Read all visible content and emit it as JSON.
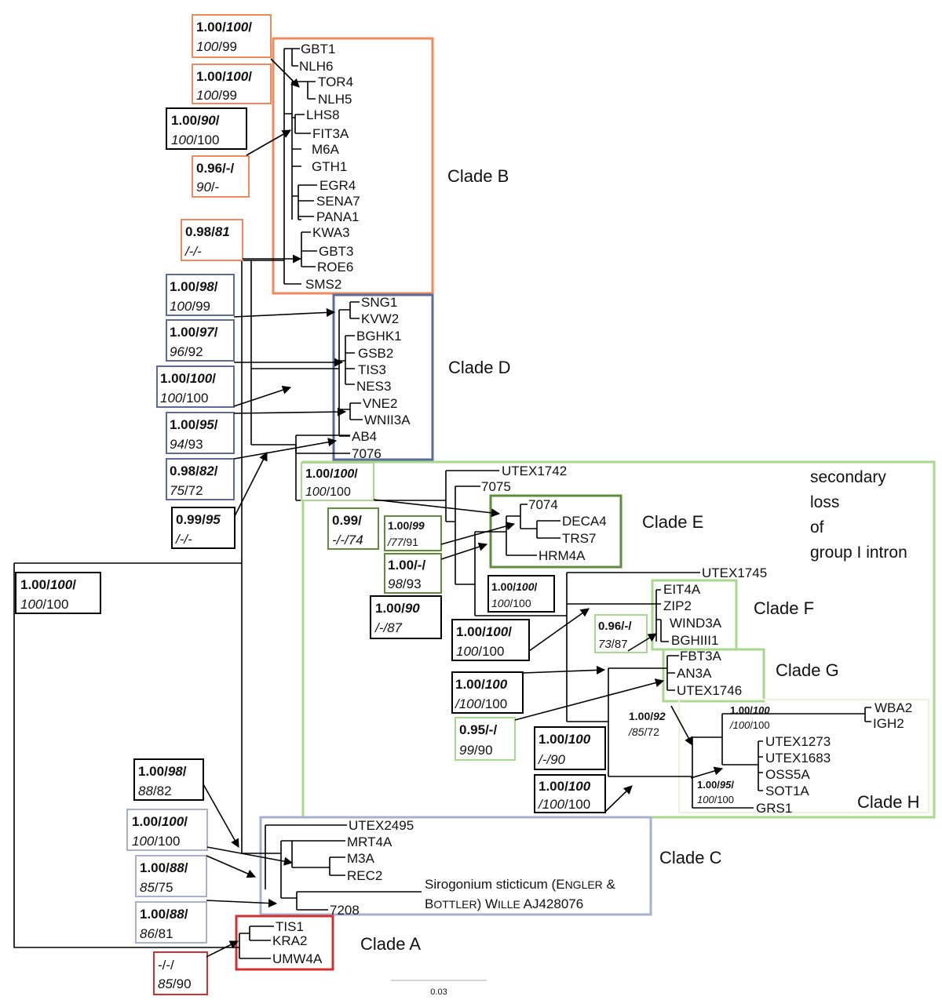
{
  "colors": {
    "cladeB": "#f08a5d",
    "cladeD": "#5b6b9a",
    "cladeC": "#a7b0cf",
    "cladeA": "#d03030",
    "light_green": "#a8d88c",
    "dark_green": "#5e8d3c",
    "cladeH": "#f0f4e4",
    "line": "#000000"
  },
  "taxa": {
    "GBT1": "GBT1",
    "NLH6": "NLH6",
    "TOR4": "TOR4",
    "NLH5": "NLH5",
    "LHS8": "LHS8",
    "FIT3A": "FIT3A",
    "M6A": "M6A",
    "GTH1": "GTH1",
    "EGR4": "EGR4",
    "SENA7": "SENA7",
    "PANA1": "PANA1",
    "KWA3": "KWA3",
    "GBT3": "GBT3",
    "ROE6": "ROE6",
    "SMS2": "SMS2",
    "SNG1": "SNG1",
    "KVW2": "KVW2",
    "BGHK1": "BGHK1",
    "GSB2": "GSB2",
    "TIS3": "TIS3",
    "NES3": "NES3",
    "VNE2": "VNE2",
    "WNII3A": "WNII3A",
    "AB4": "AB4",
    "T7076": "7076",
    "UTEX1742": "UTEX1742",
    "T7075": "7075",
    "T7074": "7074",
    "DECA4": "DECA4",
    "TRS7": "TRS7",
    "HRM4A": "HRM4A",
    "UTEX1745": "UTEX1745",
    "EIT4A": "EIT4A",
    "ZIP2": "ZIP2",
    "WIND3A": "WIND3A",
    "BGHIII1": "BGHIII1",
    "FBT3A": "FBT3A",
    "AN3A": "AN3A",
    "UTEX1746": "UTEX1746",
    "WBA2": "WBA2",
    "IGH2": "IGH2",
    "UTEX1273": "UTEX1273",
    "UTEX1683": "UTEX1683",
    "OSS5A": "OSS5A",
    "SOT1A": "SOT1A",
    "GRS1": "GRS1",
    "UTEX2495": "UTEX2495",
    "MRT4A": "MRT4A",
    "M3A": "M3A",
    "REC2": "REC2",
    "T7208": "7208",
    "TIS1": "TIS1",
    "KRA2": "KRA2",
    "UMW4A": "UMW4A"
  },
  "siro": {
    "l1": "Sirogonium sticticum (",
    "engler_e": "E",
    "engler_rest": "NGLER",
    "amp": " & ",
    "b_b": "B",
    "b_rest": "OTTLER",
    "w_w": ") W",
    "w_rest": "ILLE",
    "acc": " AJ428076"
  },
  "clades": {
    "B": "Clade B",
    "D": "Clade D",
    "E": "Clade E",
    "F": "Clade F",
    "G": "Clade G",
    "H": "Clade H",
    "C": "Clade C",
    "A": "Clade A"
  },
  "note": [
    "secondary",
    "loss",
    "of",
    "group I intron"
  ],
  "scale": "0.03",
  "supports": {
    "s1": {
      "a": "1.00/",
      "b": "100",
      "c": "/",
      "d": "100",
      "e": "/99"
    },
    "s2": {
      "a": "1.00/",
      "b": "100",
      "c": "/",
      "d": "100",
      "e": "/99"
    },
    "s3": {
      "a": "1.00/",
      "b": "90",
      "c": "/",
      "d": "100",
      "e": "/100"
    },
    "s4": {
      "a": "0.96/-/",
      "b": "",
      "c": "",
      "d": "90",
      "e": "/-"
    },
    "s5": {
      "a": "0.98/",
      "b": "81",
      "c": "",
      "d": "/-/-",
      "e": ""
    },
    "s6": {
      "a": "1.00/",
      "b": "98",
      "c": "/",
      "d": "100",
      "e": "/99"
    },
    "s7": {
      "a": "1.00/",
      "b": "97",
      "c": "/",
      "d": "96",
      "e": "/92"
    },
    "s8": {
      "a": "1.00/",
      "b": "100",
      "c": "/",
      "d": "100",
      "e": "/100"
    },
    "s9": {
      "a": "1.00/",
      "b": "95",
      "c": "/",
      "d": "94",
      "e": "/93"
    },
    "s10": {
      "a": "0.98/",
      "b": "82",
      "c": "/",
      "d": "75",
      "e": "/72"
    },
    "s11": {
      "a": "0.99/",
      "b": "95",
      "c": "",
      "d": "/-/-",
      "e": ""
    },
    "s12": {
      "a": "1.00/",
      "b": "100",
      "c": "/",
      "d": "100",
      "e": "/100"
    },
    "s13": {
      "a": "1.00/",
      "b": "100",
      "c": "",
      "d": "100",
      "e": "/100"
    },
    "s14": {
      "a": "0.99/",
      "b": "",
      "c": "",
      "d": "-/-/74",
      "e": ""
    },
    "s15": {
      "a": "1.00/",
      "b": "99",
      "c": "",
      "d": "/77",
      "e": "/91"
    },
    "s16": {
      "a": "1.00/-/",
      "b": "",
      "c": "",
      "d": "98",
      "e": "/93"
    },
    "s17": {
      "a": "1.00/",
      "b": "90",
      "c": "",
      "d": "/-/87",
      "e": ""
    },
    "s18": {
      "a": "1.00/",
      "b": "100",
      "c": "/",
      "d": "100",
      "e": "/100"
    },
    "s19": {
      "a": "1.00/",
      "b": "100",
      "c": "/",
      "d": "100",
      "e": "/100"
    },
    "s20": {
      "a": "0.96/-/",
      "b": "",
      "c": "",
      "d": "73",
      "e": "/87"
    },
    "s21": {
      "a": "1.00/",
      "b": "100",
      "c": "",
      "d": "/100",
      "e": "/100"
    },
    "s22": {
      "a": "0.95/-/",
      "b": "",
      "c": "",
      "d": "99",
      "e": "/90"
    },
    "s23": {
      "a": "1.00/",
      "b": "92",
      "c": "",
      "d": "/85",
      "e": "/72"
    },
    "s24": {
      "a": "1.00/",
      "b": "100",
      "c": "",
      "d": "/100",
      "e": "/100"
    },
    "s25": {
      "a": "1.00/",
      "b": "100",
      "c": "",
      "d": "/-/90",
      "e": ""
    },
    "s26": {
      "a": "1.00/",
      "b": "100",
      "c": "",
      "d": "/100",
      "e": "/100"
    },
    "s27": {
      "a": "1.00/",
      "b": "95",
      "c": "/",
      "d": "100",
      "e": "/100"
    },
    "s28": {
      "a": "1.00/",
      "b": "98",
      "c": "/",
      "d": "88",
      "e": "/82"
    },
    "s29": {
      "a": "1.00/",
      "b": "100",
      "c": "/",
      "d": "100",
      "e": "/100"
    },
    "s30": {
      "a": "1.00/",
      "b": "88",
      "c": "/",
      "d": "85",
      "e": "/75"
    },
    "s31": {
      "a": "1.00/",
      "b": "88",
      "c": "/",
      "d": "86",
      "e": "/81"
    },
    "s32": {
      "a": "-/-/",
      "b": "",
      "c": "",
      "d": "85",
      "e": "/90"
    }
  }
}
